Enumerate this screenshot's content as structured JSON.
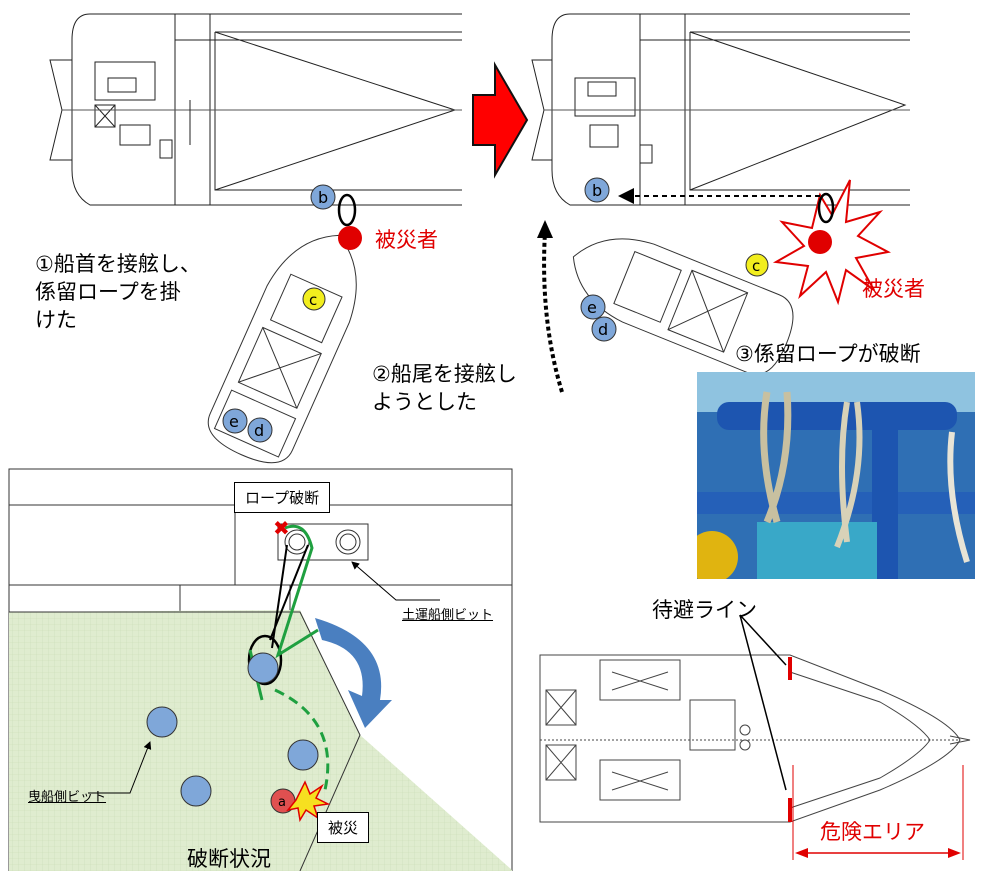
{
  "step1": {
    "line1": "①船首を接舷し、",
    "line2": "係留ロープを掛",
    "line3": "けた"
  },
  "step2": {
    "line1": "②船尾を接舷し",
    "line2": "ようとした"
  },
  "step3": "③係留ロープが破断",
  "victim": "被災者",
  "detail": {
    "rope_break": "ロープ破断",
    "barge_bitt": "土運船側ビット",
    "tug_bitt": "曳船側ビット",
    "disaster": "被災",
    "caption": "破断状況"
  },
  "safety": {
    "wait_line": "待避ライン",
    "danger_area": "危険エリア"
  },
  "markers": {
    "a": "a",
    "b": "b",
    "c": "c",
    "d": "d",
    "e": "e"
  },
  "colors": {
    "red": "#e00000",
    "blue_marker": "#7fa7d9",
    "yellow_marker": "#f2ee1e",
    "green_fill": "#dbe9cc",
    "rope_green": "#1fa040",
    "arrow_blue": "#4a7fc0"
  }
}
